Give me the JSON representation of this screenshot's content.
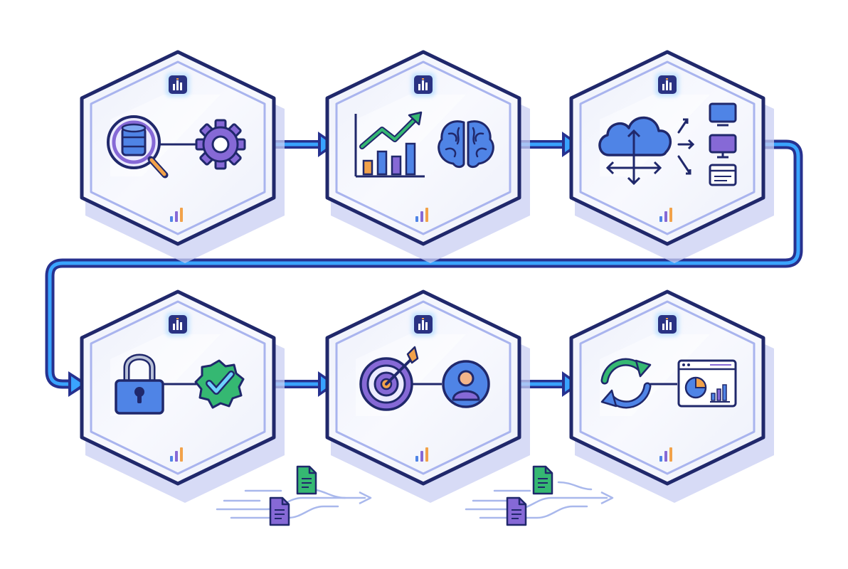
{
  "colors": {
    "hex_outline": "#20286b",
    "hex_fill": "#f2f4fb",
    "hex_shadow": "#c6ccf2",
    "flow_blue": "#2f8ef5",
    "flow_navy": "#27318f",
    "icon_blue": "#4f84e6",
    "icon_purple": "#8669d6",
    "icon_green": "#35b872",
    "icon_orange": "#f2a24a"
  },
  "stages": [
    {
      "id": "stage-1",
      "icons": [
        "database-search-icon",
        "gear-icon"
      ]
    },
    {
      "id": "stage-2",
      "icons": [
        "growth-chart-icon",
        "brain-icon"
      ]
    },
    {
      "id": "stage-3",
      "icons": [
        "cloud-distribution-icon",
        "monitor-icon",
        "desktop-icon",
        "browser-window-icon"
      ]
    },
    {
      "id": "stage-4",
      "icons": [
        "padlock-icon",
        "verified-badge-icon"
      ]
    },
    {
      "id": "stage-5",
      "icons": [
        "target-arrow-icon",
        "user-avatar-icon"
      ]
    },
    {
      "id": "stage-6",
      "icons": [
        "refresh-cycle-icon",
        "dashboard-window-icon"
      ]
    }
  ],
  "connectors": [
    {
      "from": "stage-1",
      "to": "stage-2"
    },
    {
      "from": "stage-2",
      "to": "stage-3"
    },
    {
      "from": "stage-3",
      "to": "stage-4"
    },
    {
      "from": "stage-4",
      "to": "stage-5"
    },
    {
      "from": "stage-5",
      "to": "stage-6"
    }
  ],
  "decorations": [
    "document-stream-icon",
    "document-stream-icon"
  ]
}
